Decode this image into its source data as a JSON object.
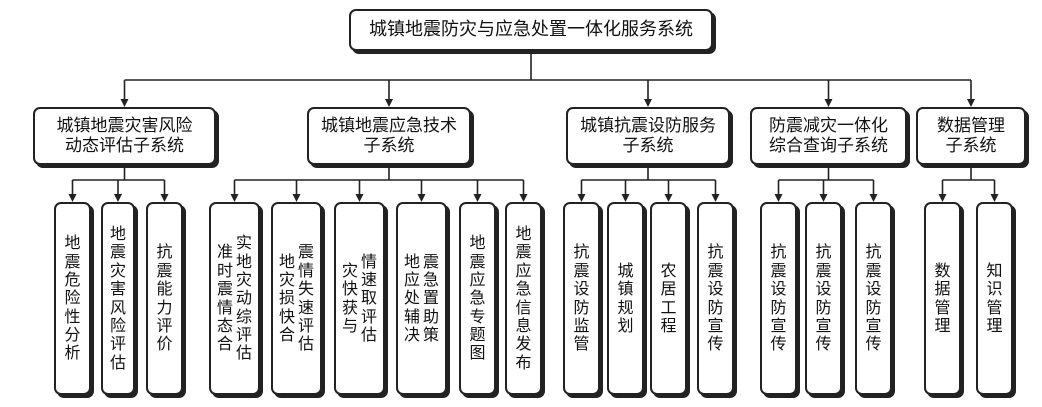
{
  "root": "城镇地震防灾与应急处置一体化服务系统",
  "subsystems": [
    {
      "label": "城镇地震灾害风险\n动态评估子系统",
      "modules": [
        [
          "地震危险性分析"
        ],
        [
          "地震灾害风险评估"
        ],
        [
          "抗震能力评价"
        ]
      ]
    },
    {
      "label": "城镇地震应急技术\n子系统",
      "modules": [
        [
          "实地灾动综评估",
          "准时震情态合"
        ],
        [
          "震情失速评估",
          "地灾损快合"
        ],
        [
          "情速取评估",
          "灾快获与"
        ],
        [
          "震急置助策",
          "地应处辅决"
        ],
        [
          "地震应急专题图"
        ],
        [
          "地震应急信息发布"
        ]
      ]
    },
    {
      "label": "城镇抗震设防服务\n子系统",
      "modules": [
        [
          "抗震设防监管"
        ],
        [
          "城镇规划"
        ],
        [
          "农居工程"
        ],
        [
          "抗震设防宣传"
        ]
      ]
    },
    {
      "label": "防震减灾一体化\n综合查询子系统",
      "modules": [
        [
          "抗震设防宣传"
        ],
        [
          "抗震设防宣传"
        ],
        [
          "抗震设防宣传"
        ]
      ]
    },
    {
      "label": "数据管理\n子系统",
      "modules": [
        [
          "数据管理"
        ],
        [
          "知识管理"
        ]
      ]
    }
  ]
}
